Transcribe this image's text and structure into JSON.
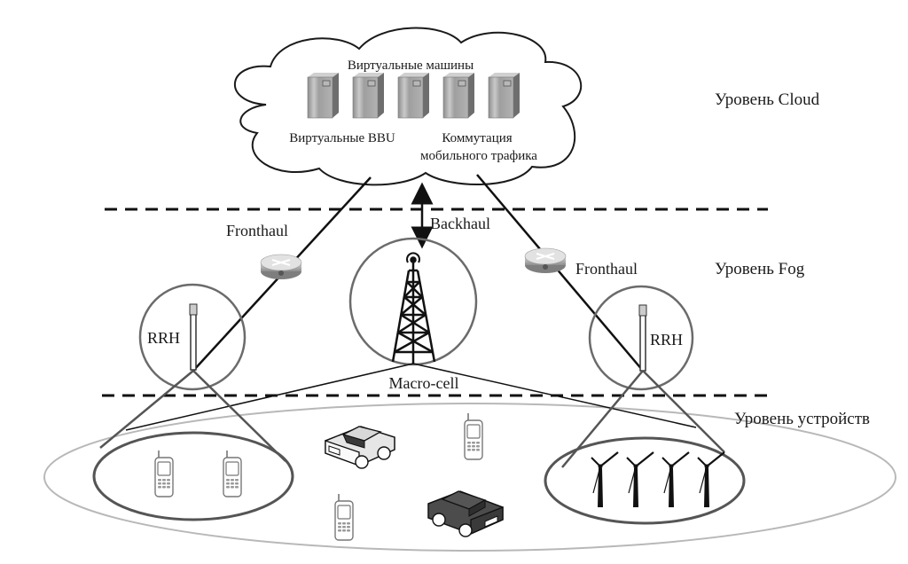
{
  "diagram": {
    "type": "network-architecture",
    "layers": [
      {
        "id": "cloud",
        "label": "Уровень Cloud"
      },
      {
        "id": "fog",
        "label": "Уровень Fog"
      },
      {
        "id": "devices",
        "label": "Уровень устройств"
      }
    ],
    "cloud": {
      "title": "Виртуальные машины",
      "server_count": 5,
      "left_caption": "Виртуальные BBU",
      "right_caption_line1": "Коммутация",
      "right_caption_line2": "мобильного трафика"
    },
    "links": {
      "fronthaul_left": "Fronthaul",
      "fronthaul_right": "Fronthaul",
      "backhaul": "Backhaul"
    },
    "nodes": {
      "rrh_left": "RRH",
      "rrh_right": "RRH",
      "macro_cell": "Macro-cell"
    },
    "devices": {
      "left_cell": [
        "mobile-phone",
        "mobile-phone"
      ],
      "macro_area": [
        "car-light",
        "mobile-phone",
        "mobile-phone",
        "car-dark"
      ],
      "right_cell": [
        "wind-turbine",
        "wind-turbine",
        "wind-turbine",
        "wind-turbine"
      ]
    },
    "colors": {
      "line": "#111111",
      "circle": "#6b6b6b",
      "macro_ellipse": "#b5b5b5",
      "server": "#a8a8a8",
      "car_dark": "#4a4a4a"
    }
  }
}
